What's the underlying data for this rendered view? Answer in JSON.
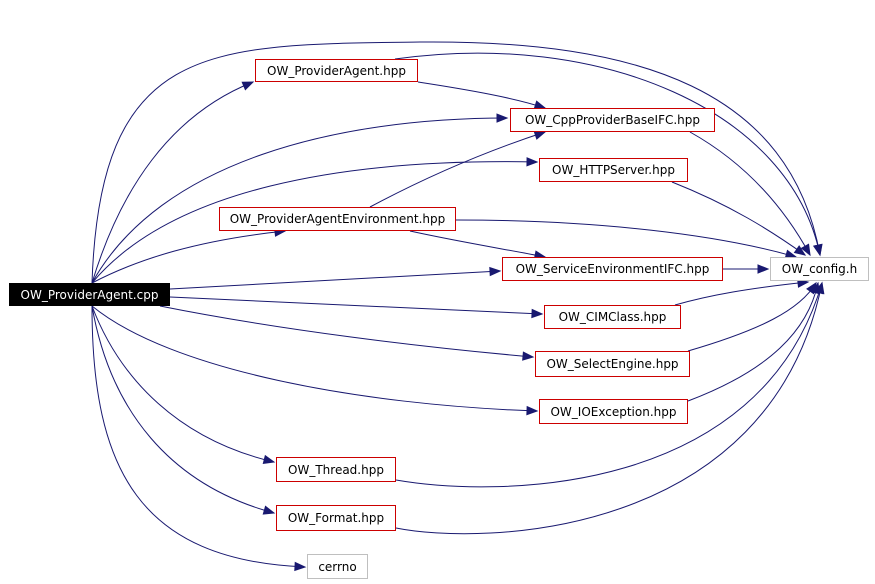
{
  "colors": {
    "edge": "#191970",
    "documented_border": "#cc0000",
    "external_border": "#bfbfbf",
    "root_fill": "#000000",
    "root_text": "#ffffff"
  },
  "nodes": {
    "root": "OW_ProviderAgent.cpp",
    "provider_agent": "OW_ProviderAgent.hpp",
    "cpp_provider_base": "OW_CppProviderBaseIFC.hpp",
    "http_server": "OW_HTTPServer.hpp",
    "provider_agent_env": "OW_ProviderAgentEnvironment.hpp",
    "service_env": "OW_ServiceEnvironmentIFC.hpp",
    "config": "OW_config.h",
    "cim_class": "OW_CIMClass.hpp",
    "select_engine": "OW_SelectEngine.hpp",
    "io_exception": "OW_IOException.hpp",
    "thread": "OW_Thread.hpp",
    "format": "OW_Format.hpp",
    "cerrno": "cerrno"
  }
}
